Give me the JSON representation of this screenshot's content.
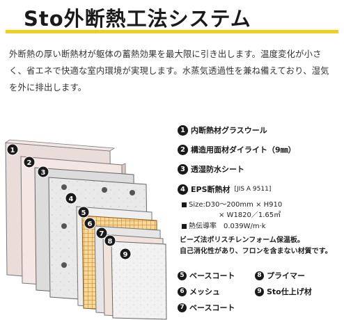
{
  "title": "Sto外断熱工法システム",
  "intro": "外断熱の厚い断熱材が躯体の蓄熱効果を最大限に引き出します。温度変化が小さく、省エネで快適な室内環境が実現します。水蒸気透過性を兼ね備えており、湿気を外に排出します。",
  "legend": [
    {
      "num": "1",
      "label": "内断熱材グラスウール"
    },
    {
      "num": "2",
      "label": "構造用面材ダイライト（9㎜）"
    },
    {
      "num": "3",
      "label": "透湿防水シート"
    },
    {
      "num": "4",
      "label": "EPS断熱材",
      "standard": "[JIS A 9511]"
    }
  ],
  "eps": {
    "size_line1": "Size:D30～200mm × H910",
    "size_line2": "× W1820／1.65㎡",
    "conductivity": "熱伝導率　0.039W/m·k",
    "desc1": "ビーズ法ポリスチレンフォーム保温板。",
    "desc2": "自己消化性があり、フロンを含まない材質です。"
  },
  "legend_bottom": [
    {
      "num": "5",
      "label": "ベースコート"
    },
    {
      "num": "8",
      "label": "プライマー"
    },
    {
      "num": "6",
      "label": "メッシュ"
    },
    {
      "num": "9",
      "label": "Sto仕上げ材"
    },
    {
      "num": "7",
      "label": "ベースコート"
    }
  ],
  "diagram_labels": [
    "1",
    "2",
    "3",
    "4",
    "5",
    "6",
    "7",
    "8",
    "9"
  ],
  "colors": {
    "accent_bar": "#f2cf1d",
    "badge": "#1a1a1a"
  }
}
